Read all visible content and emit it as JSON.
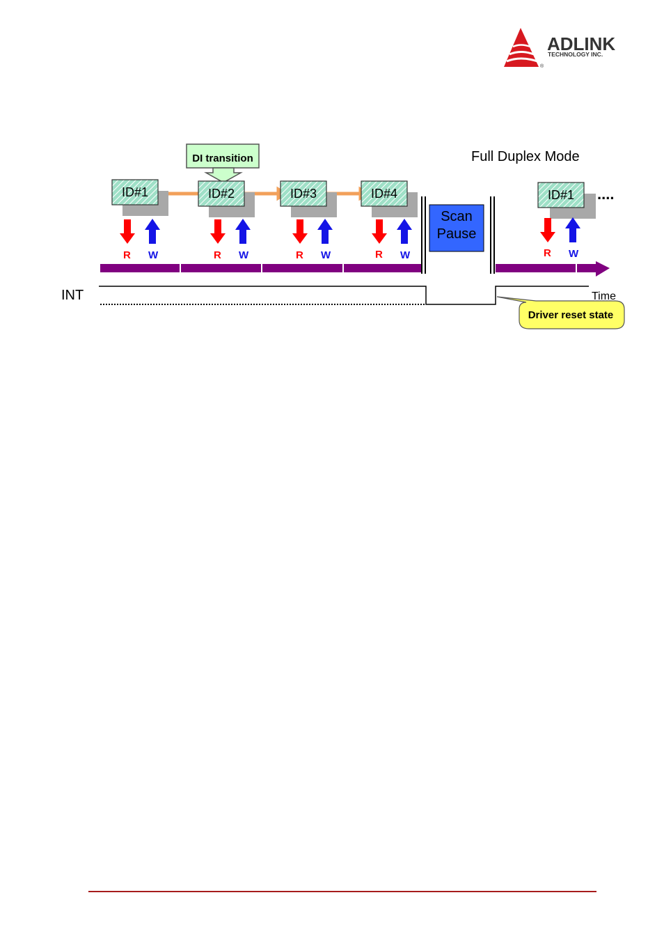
{
  "header": {
    "brand_name": "ADLINK",
    "brand_tagline": "TECHNOLOGY INC.",
    "brand_reg": "®",
    "brand_color": "#d71920",
    "brand_text_color": "#333333"
  },
  "diagram": {
    "title": "Full Duplex Mode",
    "callout_transition": "DI transition",
    "nodes": [
      "ID#1",
      "ID#2",
      "ID#3",
      "ID#4",
      "ID#1"
    ],
    "read_label": "R",
    "write_label": "W",
    "scan_pause": [
      "Scan",
      "Pause"
    ],
    "continuation": "....",
    "int_label": "INT",
    "time_label": "Time",
    "callout_reset": "Driver reset state",
    "colors": {
      "node_fill": "#9fe0c7",
      "node_shadow": "#a8a8a8",
      "link": "#f2a05a",
      "read": "#ff0000",
      "write": "#1414e6",
      "timeline": "#800080",
      "scan_fill": "#3366ff",
      "transition_fill": "#ccffcc",
      "reset_fill": "#ffff66"
    }
  }
}
